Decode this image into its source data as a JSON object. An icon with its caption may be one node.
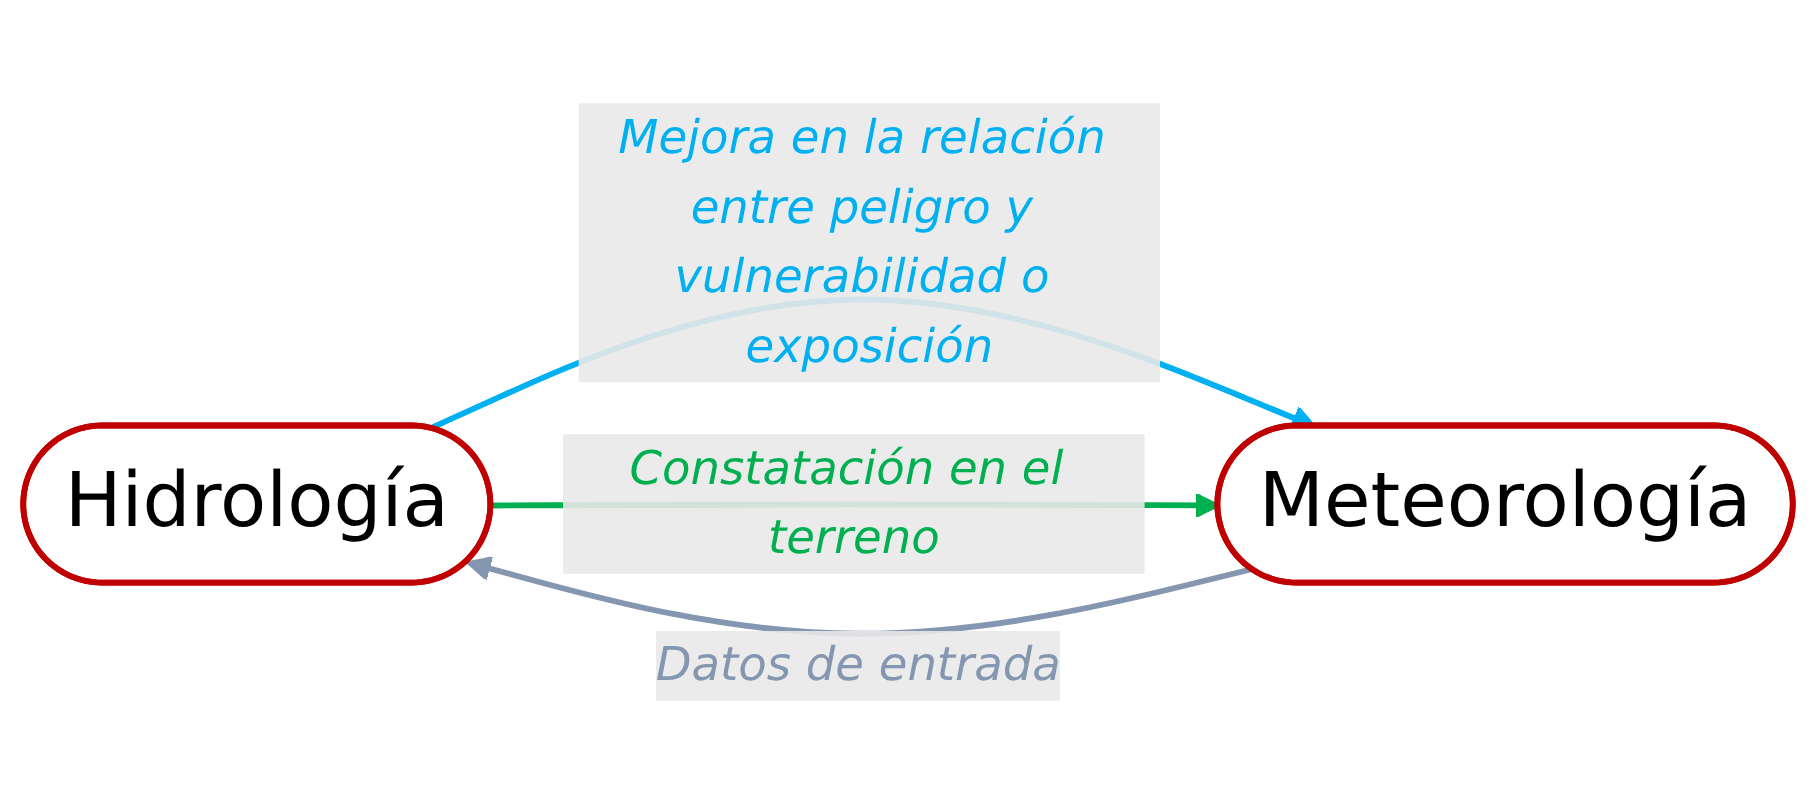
{
  "diagram": {
    "nodes": [
      {
        "text": [
          "Hidrología"
        ]
      },
      {
        "text": [
          "Meteorología"
        ]
      }
    ],
    "edges": [
      {
        "from": 0,
        "to": 1,
        "arrow": "to",
        "label": "Mejora en la relación entre peligro y vulnerabilidad o exposición",
        "color": "#00b0f0"
      },
      {
        "from": 0,
        "to": 1,
        "arrow": "to",
        "label": "Constatación en el terreno",
        "color": "#00b050"
      },
      {
        "from": 1,
        "to": 0,
        "arrow": "to",
        "label": "Datos de entrada",
        "color": "#8496b0"
      }
    ]
  }
}
